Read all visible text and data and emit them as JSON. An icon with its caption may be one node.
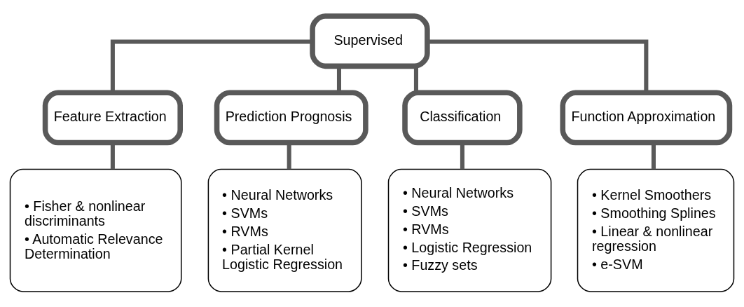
{
  "diagram": {
    "nodes": [
      {
        "text": [
          "Supervised"
        ]
      },
      {
        "text": [
          "Feature Extraction"
        ]
      },
      {
        "text": [
          "Prediction Prognosis"
        ]
      },
      {
        "text": [
          "Classification"
        ]
      },
      {
        "text": [
          "Function Approximation"
        ]
      },
      {
        "text": [
          "• Fisher & nonlinear discriminants",
          "• Automatic Relevance Determination"
        ]
      },
      {
        "text": [
          "• Neural Networks",
          "• SVMs",
          "• RVMs",
          "• Partial Kernel Logistic Regression"
        ]
      },
      {
        "text": [
          "• Neural Networks",
          "• SVMs",
          "• RVMs",
          "• Logistic Regression",
          "• Fuzzy sets"
        ]
      },
      {
        "text": [
          "• Kernel Smoothers",
          "• Smoothing Splines",
          "• Linear & nonlinear regression",
          "• e-SVM"
        ]
      }
    ],
    "edges": [
      {
        "from": 0,
        "to": 1,
        "arrow": "none"
      },
      {
        "from": 0,
        "to": 2,
        "arrow": "none"
      },
      {
        "from": 0,
        "to": 3,
        "arrow": "none"
      },
      {
        "from": 0,
        "to": 4,
        "arrow": "none"
      },
      {
        "from": 1,
        "to": 5,
        "arrow": "none"
      },
      {
        "from": 2,
        "to": 6,
        "arrow": "none"
      },
      {
        "from": 3,
        "to": 7,
        "arrow": "none"
      },
      {
        "from": 4,
        "to": 8,
        "arrow": "none"
      }
    ]
  }
}
